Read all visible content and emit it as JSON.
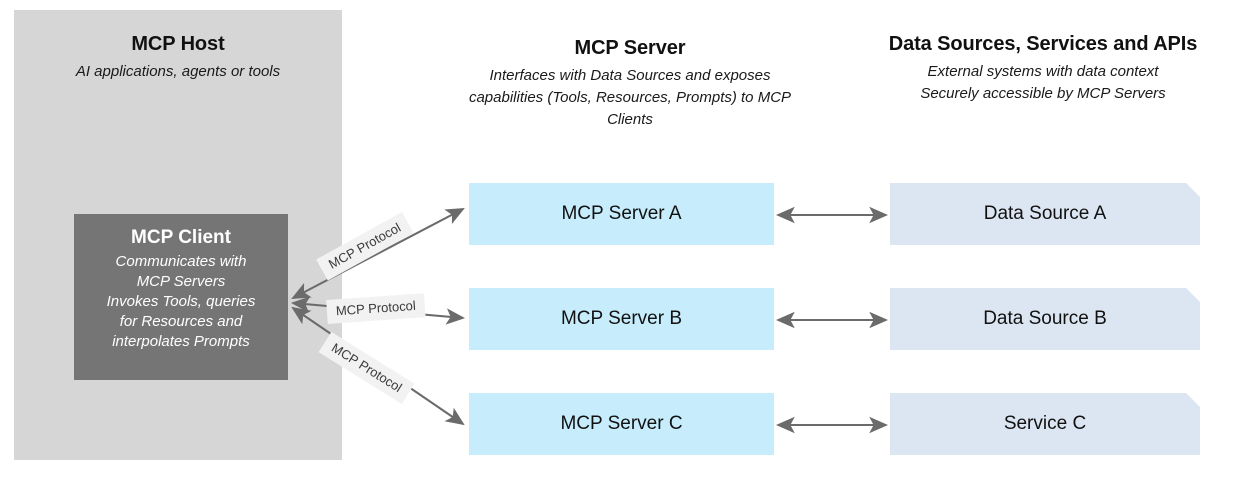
{
  "columns": {
    "host": {
      "title": "MCP Host",
      "subtitle": "AI applications, agents or tools"
    },
    "server": {
      "title": "MCP Server",
      "subtitle": "Interfaces with Data Sources and exposes capabilities (Tools, Resources, Prompts) to MCP Clients"
    },
    "data": {
      "title": "Data Sources, Services and APIs",
      "subtitle_line1": "External systems with data context",
      "subtitle_line2": "Securely accessible by MCP Servers"
    }
  },
  "client": {
    "title": "MCP Client",
    "subtitle_line1": "Communicates with",
    "subtitle_line2": "MCP Servers",
    "subtitle_line3": "Invokes Tools, queries",
    "subtitle_line4": "for Resources and",
    "subtitle_line5": "interpolates Prompts"
  },
  "servers": [
    {
      "label": "MCP Server A"
    },
    {
      "label": "MCP Server B"
    },
    {
      "label": "MCP Server C"
    }
  ],
  "data_sources": [
    {
      "label": "Data Source A"
    },
    {
      "label": "Data Source B"
    },
    {
      "label": "Service C"
    }
  ],
  "protocol_labels": [
    {
      "label": "MCP Protocol"
    },
    {
      "label": "MCP Protocol"
    },
    {
      "label": "MCP Protocol"
    }
  ],
  "colors": {
    "host_panel": "#d6d6d6",
    "client_box": "#757575",
    "server_box": "#c7edfc",
    "data_box": "#dce6f3",
    "arrow": "#6b6b6b",
    "label_bg": "#f2f2f2",
    "canvas": "#ffffff"
  }
}
